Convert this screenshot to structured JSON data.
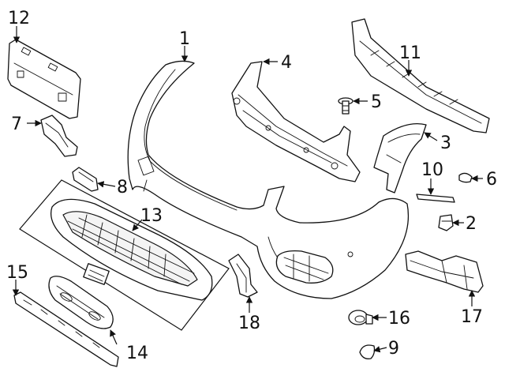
{
  "callouts": {
    "c1": "1",
    "c2": "2",
    "c3": "3",
    "c4": "4",
    "c5": "5",
    "c6": "6",
    "c7": "7",
    "c8": "8",
    "c9": "9",
    "c10": "10",
    "c11": "11",
    "c12": "12",
    "c13": "13",
    "c14": "14",
    "c15": "15",
    "c16": "16",
    "c17": "17",
    "c18": "18"
  },
  "colors": {
    "ink": "#111111",
    "background": "#ffffff",
    "shade": "#f4f4f4"
  }
}
